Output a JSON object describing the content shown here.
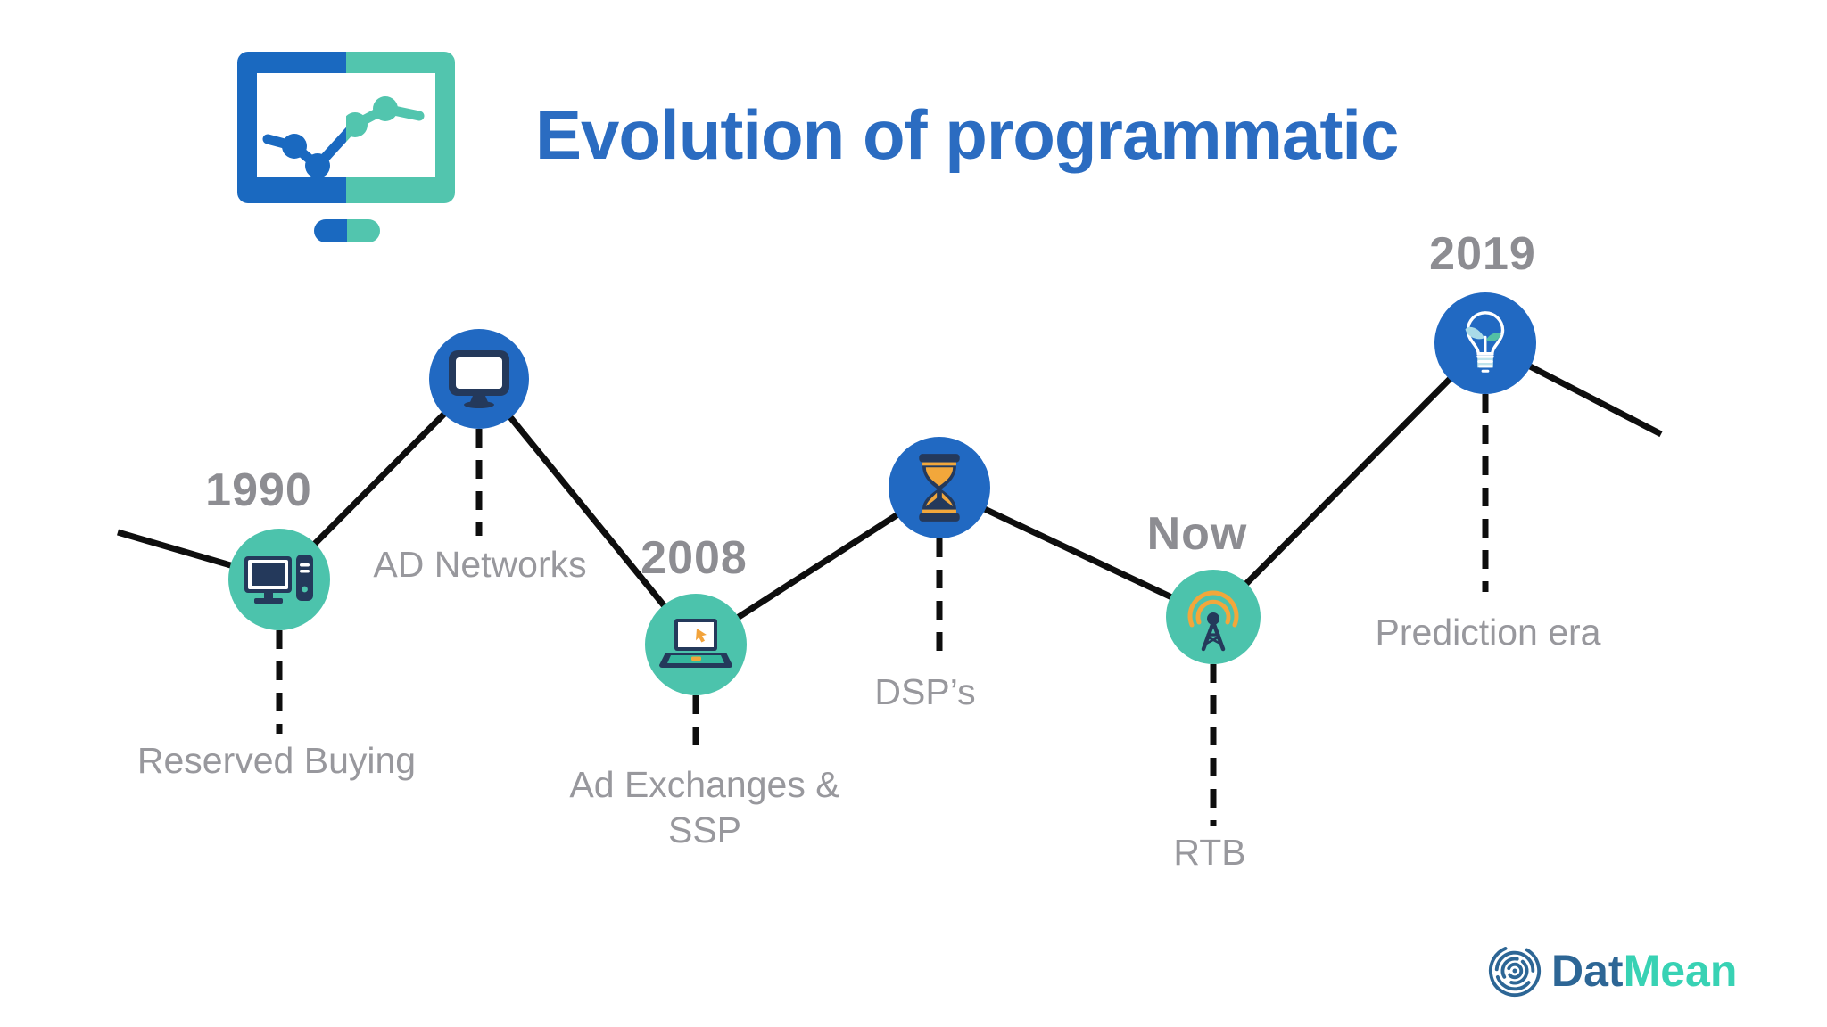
{
  "title": "Evolution of programmatic",
  "colors": {
    "title_blue": "#2b6cc1",
    "teal": "#4cc3ac",
    "blue": "#2169c2",
    "navy": "#24395b",
    "yellow": "#f2a73b",
    "orange": "#f2a33b",
    "gray_dark": "#8d8d92",
    "gray_light": "#98989d",
    "line_black": "#0e0e0e",
    "logo_blue": "#2d6695",
    "logo_teal": "#38d2b4",
    "header_blue": "#1a69c0",
    "header_teal": "#52c5ae"
  },
  "nodes": [
    {
      "year": "1990",
      "label": "Reserved Buying",
      "icon": "desktop-computer-icon",
      "circle_color": "teal"
    },
    {
      "year": "",
      "label": "AD Networks",
      "icon": "crt-monitor-icon",
      "circle_color": "blue"
    },
    {
      "year": "2008",
      "label": "Ad Exchanges & SSP",
      "icon": "laptop-cursor-icon",
      "circle_color": "teal"
    },
    {
      "year": "",
      "label": "DSP’s",
      "icon": "hourglass-icon",
      "circle_color": "blue"
    },
    {
      "year": "Now",
      "label": "RTB",
      "icon": "radio-tower-icon",
      "circle_color": "teal"
    },
    {
      "year": "2019",
      "label": "Prediction era",
      "icon": "lightbulb-sprout-icon",
      "circle_color": "blue"
    }
  ],
  "logo": {
    "dat": "Dat",
    "mean": "Mean"
  }
}
